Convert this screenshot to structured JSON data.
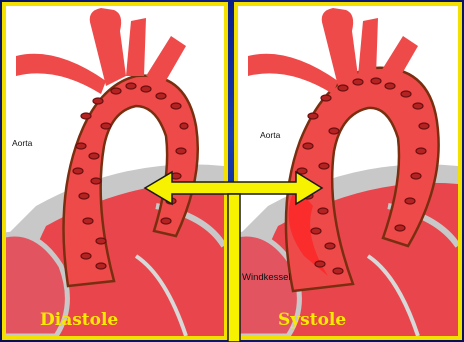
{
  "panels": {
    "left": {
      "aorta_label": "Aorta",
      "phase_label": "Diastole"
    },
    "right": {
      "aorta_label": "Aorta",
      "phase_label": "Systole",
      "windkessel_label": "Windkessel"
    }
  },
  "colors": {
    "frame": "#f3e000",
    "background": "#0b1f8a",
    "heart": "#e8454c",
    "aorta": "#ef4a4a",
    "arrow": "#f7f200"
  }
}
